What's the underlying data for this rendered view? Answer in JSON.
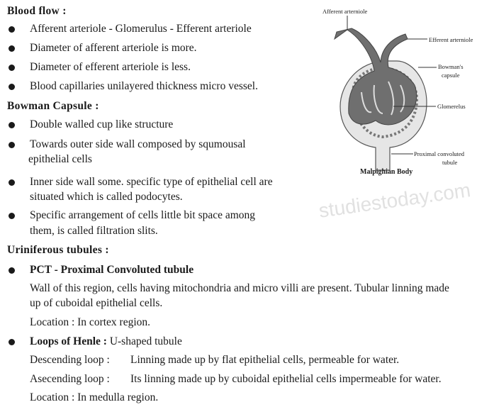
{
  "blood_flow": {
    "heading": "Blood flow :",
    "items": [
      "Afferent arteriole - Glomerulus - Efferent arteriole",
      "Diameter of afferent arteriole is more.",
      "Diameter of efferent arteriole is less.",
      "Blood capillaries unilayered thickness micro vessel."
    ]
  },
  "bowman": {
    "heading": "Bowman Capsule :",
    "items": [
      [
        "Double walled cup like structure"
      ],
      [
        "Towards outer side wall composed by squmousal",
        "epithelial cells"
      ],
      [
        "Inner side wall some. specific type of epithelial cell are",
        "situated which is called podocytes."
      ],
      [
        "Specific arrangement of cells little bit space among",
        "them, is called filtration slits."
      ]
    ]
  },
  "uriniferous": {
    "heading": "Uriniferous tubules :",
    "pct": {
      "title": "PCT - Proximal Convoluted tubule",
      "lines": [
        "Wall of this region, cells having mitochondria and micro villi are present. Tubular linning made",
        "up of cuboidal epithelial cells.",
        "Location : In cortex region."
      ]
    },
    "henle": {
      "title": "Loops of Henle :",
      "subtitle": "U-shaped tubule",
      "descending_label": "Descending loop :",
      "descending_text": "Linning made up by flat epithelial cells, permeable for water.",
      "ascending_label": "Asecending loop :",
      "ascending_text": "Its linning made up by cuboidal epithelial cells impermeable for water.",
      "location": "Location : In medulla region."
    }
  },
  "figure": {
    "caption": "Malpighian Body",
    "labels": {
      "afferent": "Afferent arterniole",
      "efferent": "Efferent arterniole",
      "bowman1": "Bowman's",
      "bowman2": "capsule",
      "glomerulus": "Glomerelus",
      "pct1": "Proximal convoluted",
      "pct2": "tubule"
    },
    "colors": {
      "vessel": "#6f6f6f",
      "capsule": "#e6e6e6"
    }
  },
  "watermark": "studiestoday.com"
}
